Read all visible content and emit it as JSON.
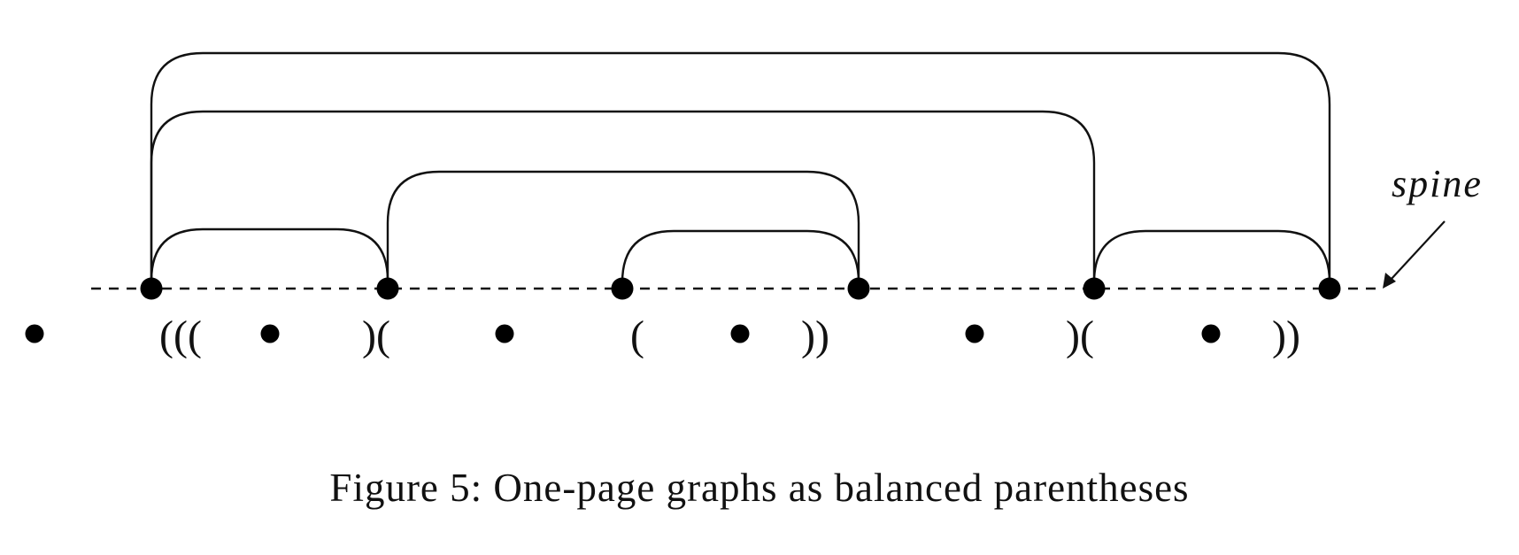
{
  "figure": {
    "spine_label": "spine",
    "caption": "Figure 5: One-page graphs as balanced parentheses",
    "vertex_count": 6,
    "edges": [
      [
        1,
        2
      ],
      [
        3,
        4
      ],
      [
        5,
        6
      ],
      [
        2,
        4
      ],
      [
        1,
        5
      ],
      [
        1,
        6
      ]
    ],
    "parenthesis_sequence": [
      "•",
      "(((",
      "•",
      ")(",
      "•",
      "(",
      "•",
      "))",
      "•",
      ")(",
      "•",
      "))"
    ]
  }
}
